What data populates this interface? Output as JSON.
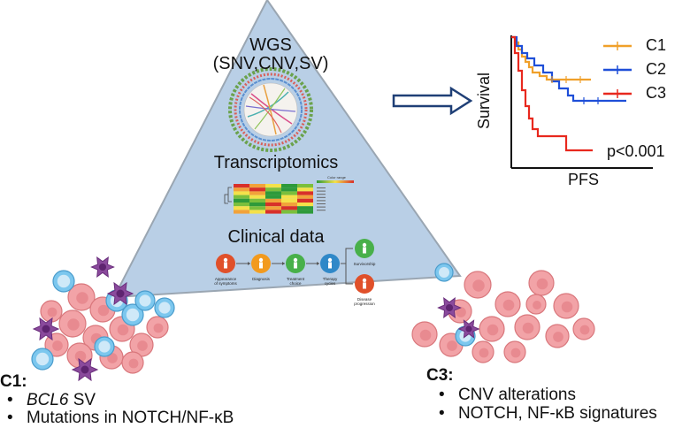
{
  "triangle": {
    "wgs_title": "WGS",
    "wgs_subtitle": "(SNV,CNV,SV)",
    "transcriptomics": "Transcriptomics",
    "clinical_data": "Clinical data",
    "heatmap_legend_label": "Color range",
    "flow_steps": [
      {
        "label1": "Appearance",
        "label2": "of symptoms",
        "icon": "person-icon",
        "color": "#e0502a"
      },
      {
        "label1": "Diagnosis",
        "label2": "",
        "icon": "magnifier-icon",
        "color": "#f29a1e"
      },
      {
        "label1": "Treatment",
        "label2": "choice",
        "icon": "clipboard-icon",
        "color": "#48b04a"
      },
      {
        "label1": "Therapy",
        "label2": "cycles",
        "icon": "bed-icon",
        "color": "#2f88c8"
      },
      {
        "label1": "Survivorship",
        "label2": "",
        "icon": "person-icon",
        "color": "#48b04a"
      },
      {
        "label1": "Disease",
        "label2": "progression",
        "icon": "person-icon",
        "color": "#e0502a"
      }
    ]
  },
  "km": {
    "ylabel": "Survival",
    "xlabel": "PFS",
    "pvalue": "p<0.001",
    "legend": [
      {
        "name": "C1",
        "color": "#f0a02a"
      },
      {
        "name": "C2",
        "color": "#1f4fd8"
      },
      {
        "name": "C3",
        "color": "#e8281e"
      }
    ]
  },
  "c1": {
    "title": "C1:",
    "items": [
      {
        "bullet": "•",
        "em": "BCL6",
        "text": " SV"
      },
      {
        "bullet": "•",
        "em": "",
        "text": "Mutations in NOTCH/NF-κB"
      }
    ]
  },
  "c3": {
    "title": "C3:",
    "items": [
      {
        "bullet": "•",
        "text": "CNV alterations"
      },
      {
        "bullet": "•",
        "text": "NOTCH, NF-κB signatures"
      }
    ]
  },
  "colors": {
    "triangle_fill": "#b9cfe6",
    "triangle_stroke": "#9aa6b2",
    "arrow_stroke": "#1f3f76",
    "cell_pink": "#f2a3a7",
    "cell_blue": "#7cc7ee",
    "cell_purple": "#8a4a9c"
  }
}
